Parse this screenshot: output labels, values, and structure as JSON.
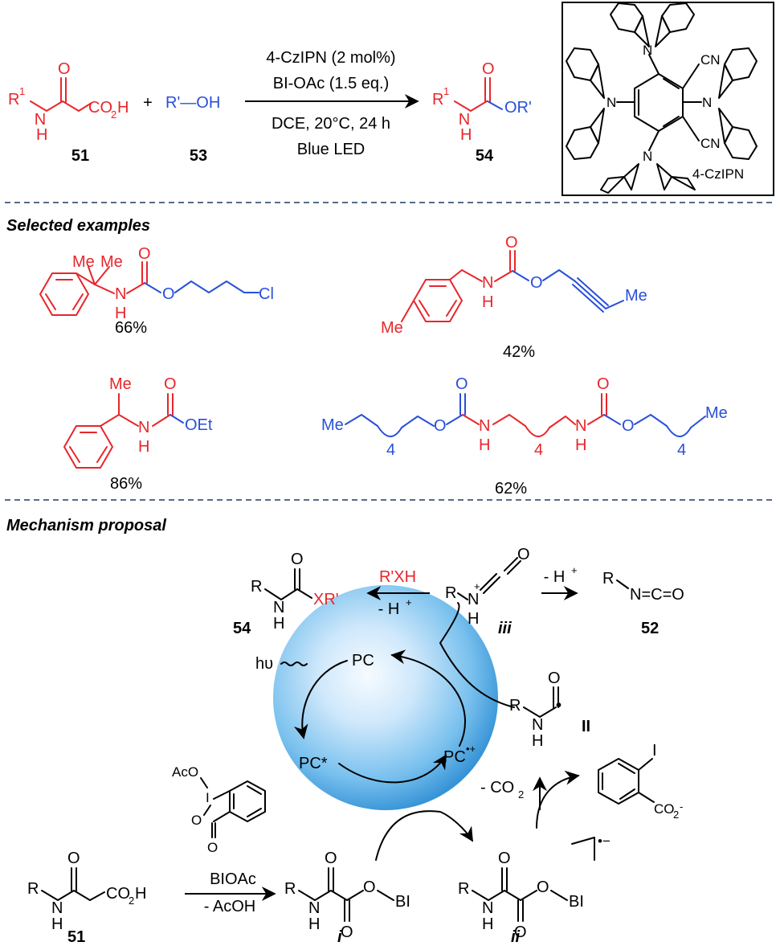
{
  "reaction": {
    "catalyst": "4-CzIPN (2 mol%)",
    "oxidant": "BI-OAc (1.5 eq.)",
    "conditions": "DCE, 20°C, 24 h",
    "light": "Blue LED",
    "plus": "+",
    "reagent_alcohol": "R'—OH",
    "compound_51": "51",
    "compound_53": "53",
    "compound_54": "54",
    "box_label": "4-CzIPN"
  },
  "atoms": {
    "R1": "R",
    "sup1": "1",
    "N": "N",
    "H": "H",
    "O": "O",
    "CO2H": "CO",
    "sub2": "2",
    "Hend": "H",
    "ORp": "OR'",
    "CN": "CN",
    "Me": "Me",
    "Cl": "Cl",
    "OEt": "OEt",
    "four": "4",
    "R": "R",
    "XRp": "XR'",
    "plus_sup": "+",
    "NCO": "N=C=O",
    "BI": "BI",
    "AcO": "AcO",
    "I": "I",
    "CO2m": "CO",
    "minus_sup": "-",
    "radical_anion": "•−",
    "dot": "•"
  },
  "sections": {
    "examples_title": "Selected examples",
    "mechanism_title": "Mechanism proposal"
  },
  "yields": {
    "ex1": "66%",
    "ex2": "42%",
    "ex3": "86%",
    "ex4": "62%"
  },
  "mechanism": {
    "pc": "PC",
    "pc_star": "PC*",
    "pc_cation": "PC",
    "pc_cation_sup": "•+",
    "hv": "hυ",
    "rxh": "R'XH",
    "minus_h": "- H",
    "minus_h2": "- H",
    "hplus_sup": "+",
    "minus_co2": "- CO",
    "co2_sub": "2",
    "bioac": "BIOAc",
    "minus_acoh": "- AcOH",
    "label_iii": "iii",
    "label_II": "II",
    "label_i": "i",
    "label_ii": "ii",
    "label_52": "52",
    "label_54": "54",
    "label_51": "51"
  },
  "colors": {
    "red": "#e8262b",
    "blue": "#2850d8",
    "sphere_light": "#eaf6ff",
    "sphere_dark": "#3a9ad8",
    "divider": "#1f3a60"
  }
}
